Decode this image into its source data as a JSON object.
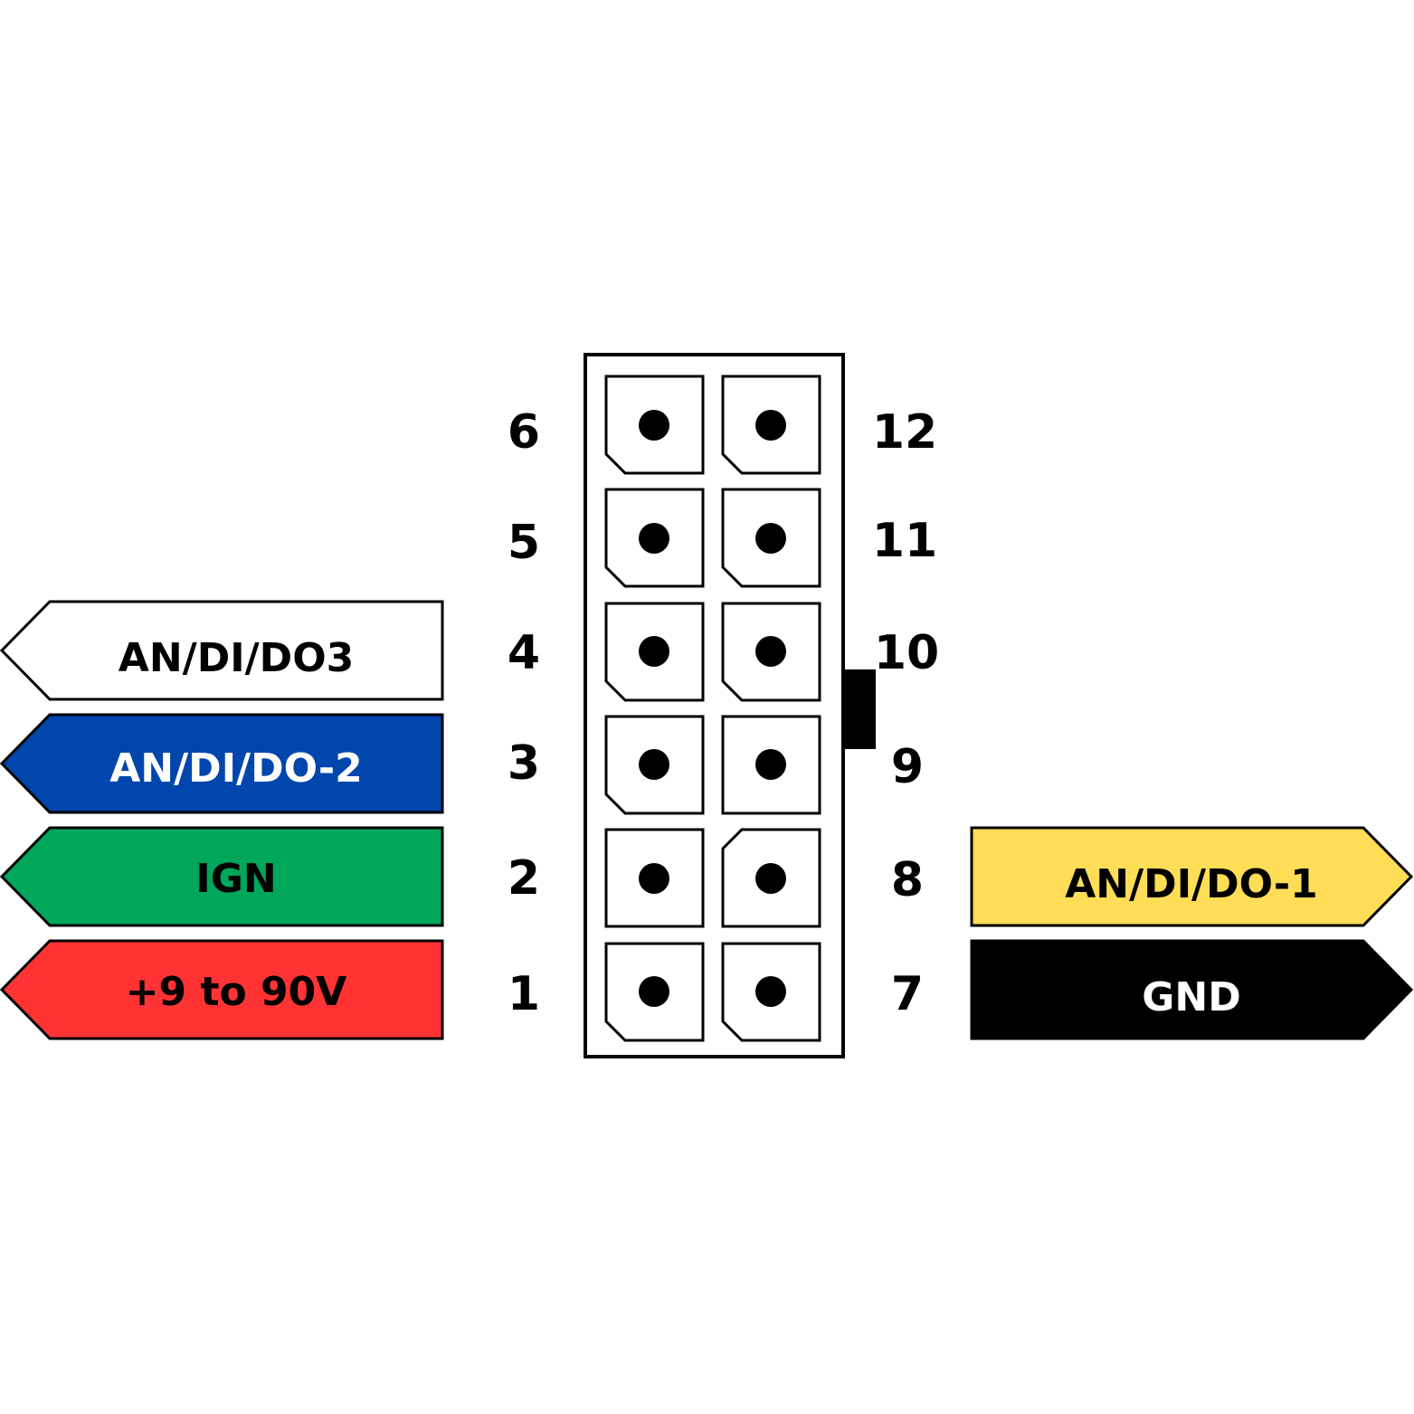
{
  "connector": {
    "left_pins": [
      "6",
      "5",
      "4",
      "3",
      "2",
      "1"
    ],
    "right_pins": [
      "12",
      "11",
      "10",
      "9",
      "8",
      "7"
    ]
  },
  "labels": {
    "pin4": {
      "text": "AN/DI/DO3",
      "fill": "#ffffff",
      "text_color": "#000000"
    },
    "pin3": {
      "text": "AN/DI/DO-2",
      "fill": "#0046AD",
      "text_color": "#ffffff"
    },
    "pin2": {
      "text": "IGN",
      "fill": "#00A65A",
      "text_color": "#000000"
    },
    "pin1": {
      "text": "+9 to 90V",
      "fill": "#FF3333",
      "text_color": "#000000"
    },
    "pin8": {
      "text": "AN/DI/DO-1",
      "fill": "#FFDD57",
      "text_color": "#000000"
    },
    "pin7": {
      "text": "GND",
      "fill": "#000000",
      "text_color": "#ffffff"
    }
  }
}
